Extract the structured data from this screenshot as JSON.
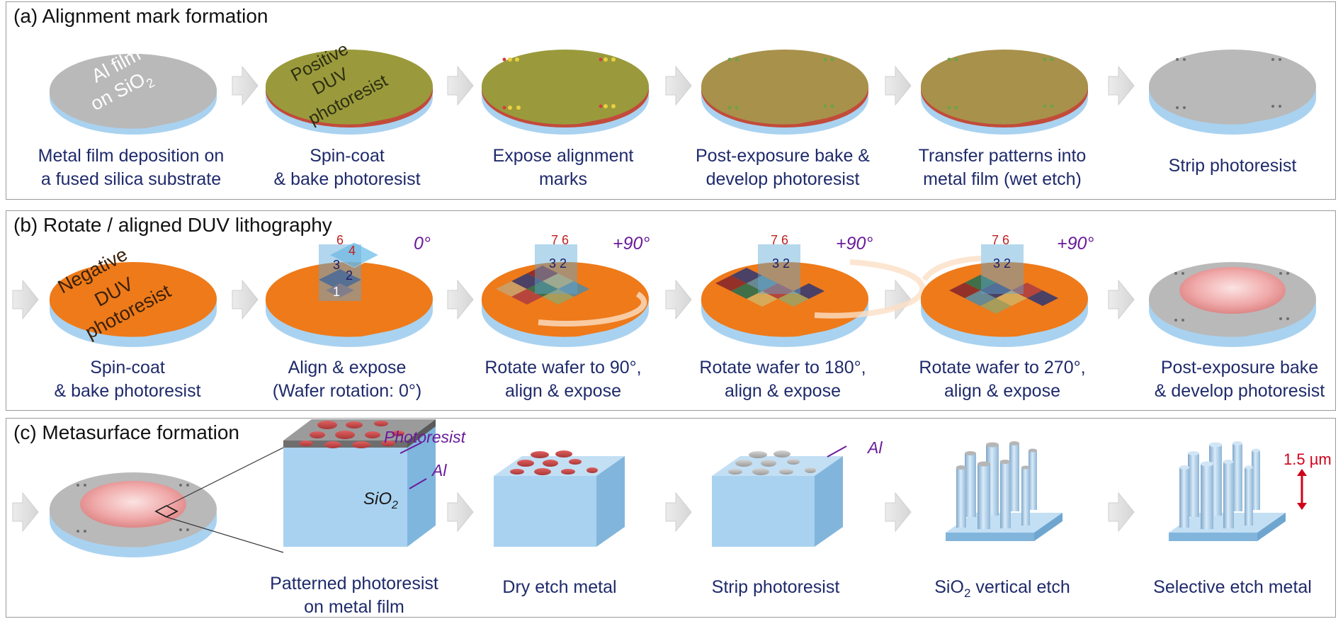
{
  "panels": {
    "a": {
      "title": "(a) Alignment mark formation",
      "wafer_text": [
        "Al film",
        "on SiO",
        "2"
      ],
      "resist_text": [
        "Positive",
        "DUV",
        "photoresist"
      ],
      "steps": [
        [
          "Metal film deposition on",
          "a fused silica substrate"
        ],
        [
          "Spin-coat",
          "& bake photoresist"
        ],
        [
          "Expose alignment",
          "marks"
        ],
        [
          "Post-exposure bake &",
          "develop photoresist"
        ],
        [
          "Transfer patterns into",
          "metal film (wet etch)"
        ],
        [
          "Strip photoresist",
          ""
        ]
      ]
    },
    "b": {
      "title": "(b) Rotate / aligned DUV lithography",
      "resist_text": [
        "Negative",
        "DUV",
        "photoresist"
      ],
      "angles": [
        "0°",
        "+90°",
        "+90°",
        "+90°"
      ],
      "steps": [
        [
          "Spin-coat",
          "& bake photoresist"
        ],
        [
          "Align & expose",
          "(Wafer rotation: 0°)"
        ],
        [
          "Rotate wafer to 90°,",
          "align & expose"
        ],
        [
          "Rotate wafer to 180°,",
          "align & expose"
        ],
        [
          "Rotate wafer to 270°,",
          "align & expose"
        ],
        [
          "Post-exposure bake",
          "& develop photoresist"
        ]
      ]
    },
    "c": {
      "title": "(c) Metasurface formation",
      "labels": {
        "photoresist": "Photoresist",
        "al": "Al",
        "al2": "Al",
        "sio2": "SiO",
        "sio2_sub": "2",
        "height": "1.5 µm"
      },
      "steps": [
        [
          "Patterned photoresist",
          "on metal film"
        ],
        [
          "Dry etch metal",
          ""
        ],
        [
          "Strip photoresist",
          ""
        ],
        [
          "SiO",
          "2",
          " vertical etch"
        ],
        [
          "Selective etch metal",
          ""
        ]
      ]
    }
  },
  "colors": {
    "wafer_gray": "#b8b8b8",
    "substrate_blue": "#a9d2f0",
    "positive_resist": "#9a9a3c",
    "negative_resist": "#ee7a1a",
    "resist_pink": "#e89a9a",
    "dot_red": "#d24a4a",
    "text_navy": "#1f2a6b",
    "annotation_purple": "#6a1b9a",
    "height_red": "#d0021b"
  }
}
